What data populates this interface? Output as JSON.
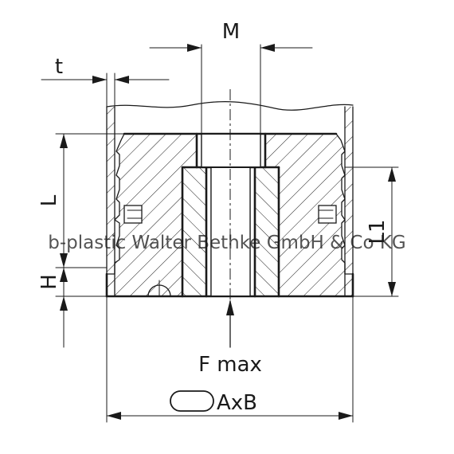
{
  "drawing": {
    "labels": {
      "thread": "M",
      "wall_thickness": "t",
      "length_l": "L",
      "height_h": "H",
      "length_l1": "L1",
      "force": "F max",
      "tube_size": "AxB"
    },
    "tube_section_icon": "rounded-rectangle-icon",
    "watermark": "b-plastic Walter Bethke GmbH & Co KG",
    "line_color": "#1a1a1a",
    "watermark_color": "#9a9a9a"
  }
}
